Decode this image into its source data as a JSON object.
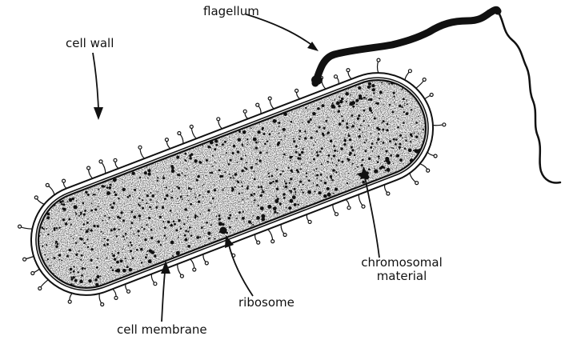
{
  "diagram": {
    "labels": {
      "flagellum": "flagellum",
      "cell_wall": "cell wall",
      "chromosomal_line1": "chromosomal",
      "chromosomal_line2": "material",
      "ribosome": "ribosome",
      "cell_membrane": "cell membrane"
    },
    "colors": {
      "ink": "#111111",
      "background": "#ffffff"
    }
  }
}
